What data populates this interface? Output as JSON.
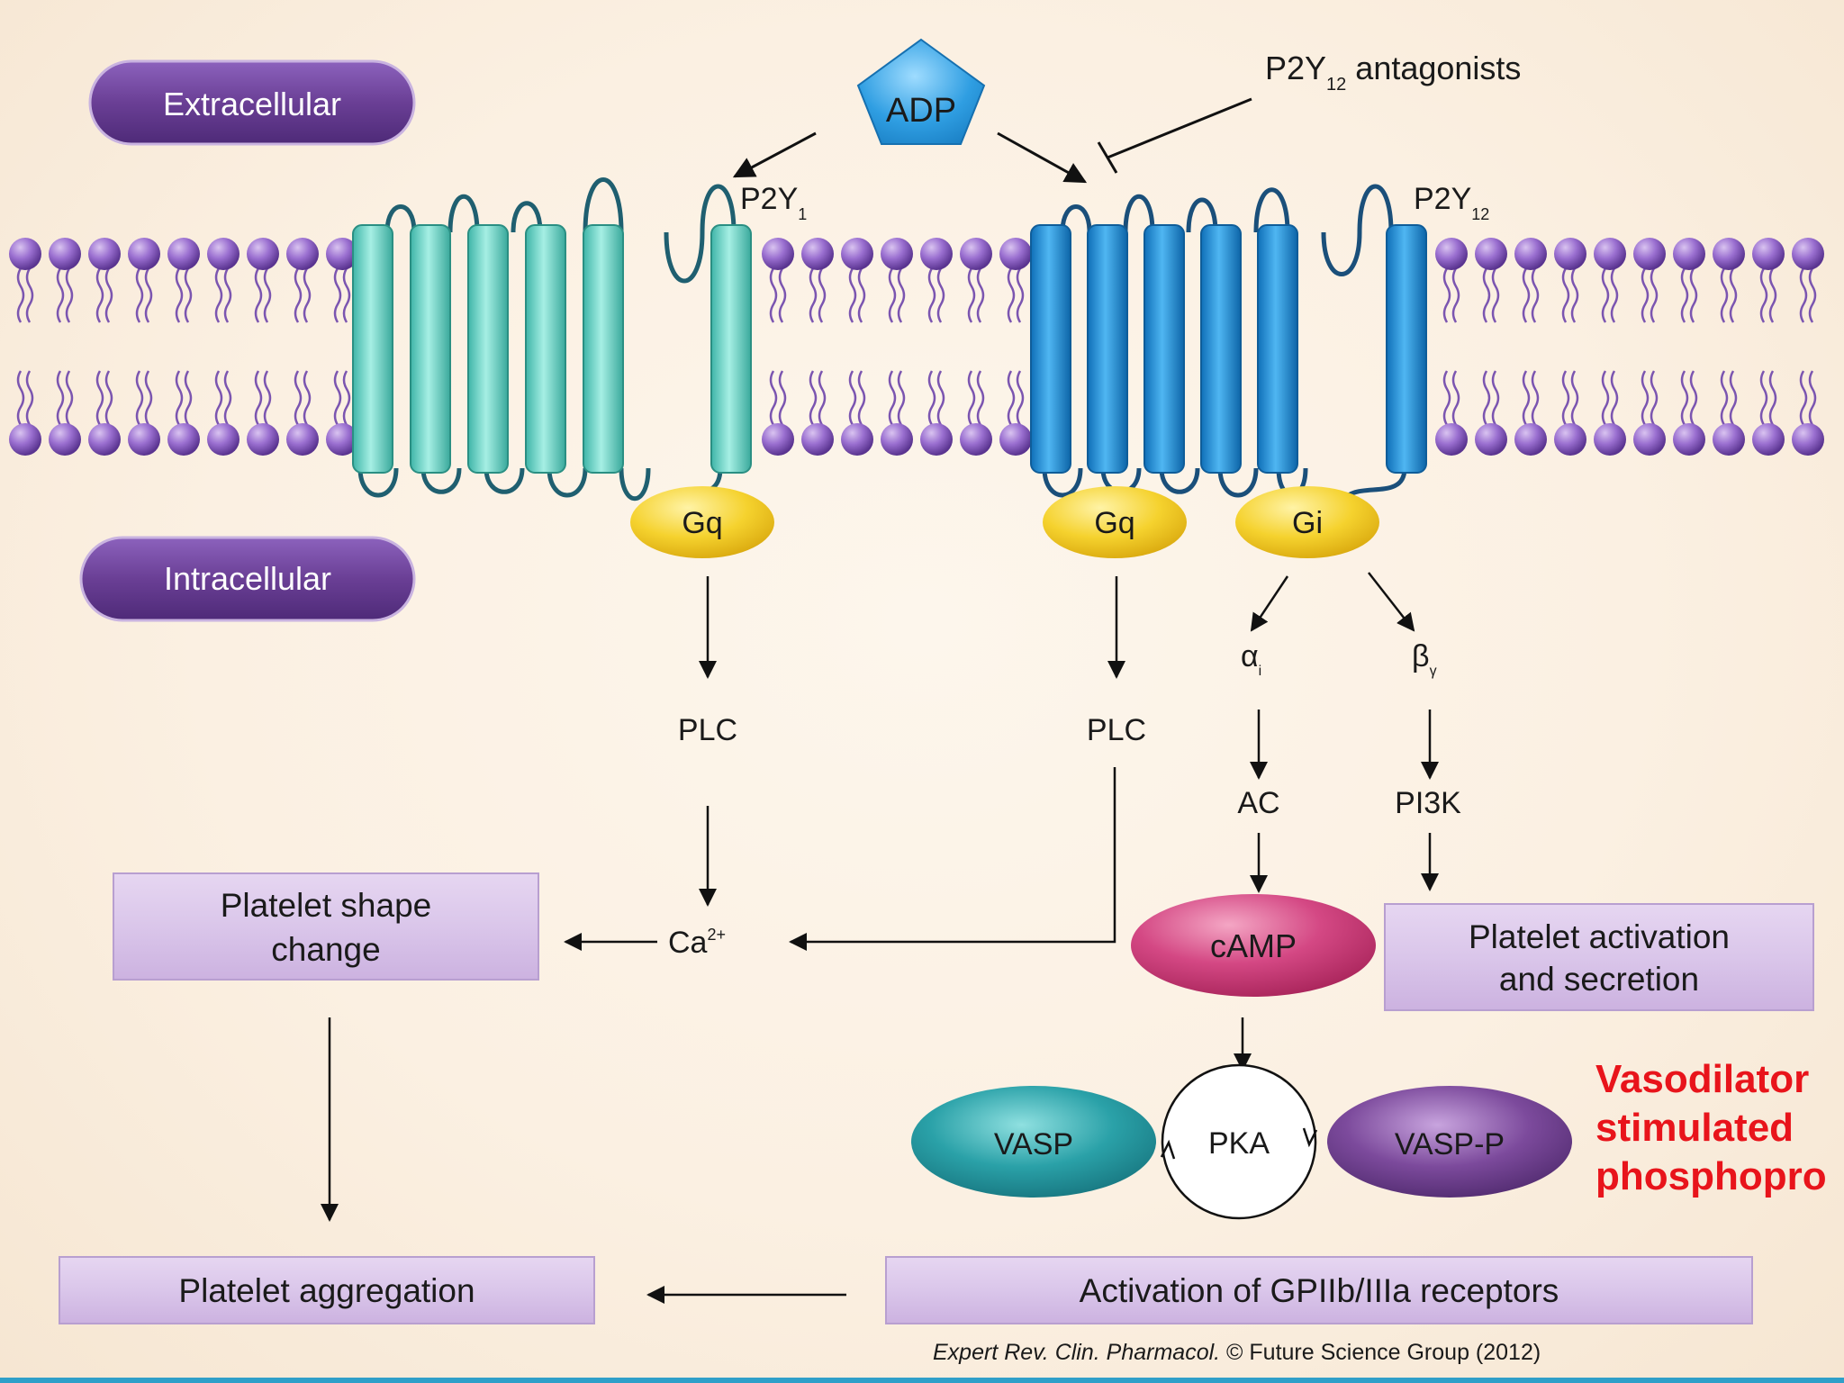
{
  "labels": {
    "extracellular": "Extracellular",
    "intracellular": "Intracellular",
    "adp": "ADP",
    "antagonists_prefix": "P2Y",
    "antagonists_sub": "12",
    "antagonists_suffix": " antagonists",
    "p2y1_main": "P2Y",
    "p2y1_sub": "1",
    "p2y12_main": "P2Y",
    "p2y12_sub": "12",
    "gq_left": "Gq",
    "gq_mid": "Gq",
    "gi": "Gi",
    "plc_left": "PLC",
    "plc_mid": "PLC",
    "alpha_main": "α",
    "alpha_sub": "i",
    "beta_main": "β",
    "beta_sub": "γ",
    "ac": "AC",
    "pi3k": "PI3K",
    "ca_main": "Ca",
    "ca_sup": "2+",
    "camp": "cAMP",
    "pka": "PKA",
    "vasp": "VASP",
    "vasp_p": "VASP-P",
    "shape_change_1": "Platelet shape",
    "shape_change_2": "change",
    "activation_secretion_1": "Platelet activation",
    "activation_secretion_2": "and secretion",
    "aggregation": "Platelet aggregation",
    "gpiib": "Activation of GPIIb/IIIa receptors"
  },
  "note": {
    "line1": "Vasodilator",
    "line2": "stimulated",
    "line3": "phosphopro"
  },
  "credit": {
    "journal": "Expert Rev. Clin. Pharmacol.",
    "rest": " © Future Science Group (2012)"
  },
  "colors": {
    "purple_pill": "#6a3f95",
    "teal_receptor": "#6fd3c6",
    "blue_receptor": "#1f8fd8",
    "g_protein": "#f4cf2a",
    "camp": "#d1457e",
    "vasp": "#2b9aa3",
    "vasp_p": "#6b3b86",
    "box_fill": "#dcc9ea",
    "note_red": "#e8141b"
  }
}
